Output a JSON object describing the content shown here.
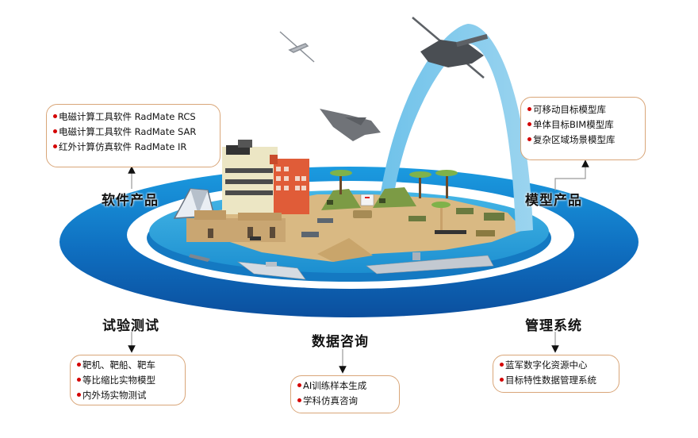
{
  "categories": {
    "software": {
      "label": "软件产品",
      "items": [
        "电磁计算工具软件 RadMate RCS",
        "电磁计算工具软件 RadMate SAR",
        "红外计算仿真软件 RadMate IR"
      ]
    },
    "model": {
      "label": "模型产品",
      "items": [
        "可移动目标模型库",
        "单体目标BIM模型库",
        "复杂区域场景模型库"
      ]
    },
    "testing": {
      "label": "试验测试",
      "items": [
        "靶机、靶船、靶车",
        "等比缩比实物模型",
        "内外场实物测试"
      ]
    },
    "data": {
      "label": "数据咨询",
      "items": [
        "AI训练样本生成",
        "学科仿真咨询"
      ]
    },
    "management": {
      "label": "管理系统",
      "items": [
        "蓝军数字化资源中心",
        "目标特性数据管理系统"
      ]
    }
  },
  "illustration": {
    "elements": [
      "drone",
      "fighter-jet",
      "attack-helicopter",
      "blue-arch",
      "buildings",
      "tents",
      "palm-trees",
      "tanks",
      "destroyer",
      "aircraft-carrier",
      "submarine",
      "pyramid-structure"
    ]
  },
  "colors": {
    "ring_outer": "#0d5fb0",
    "ring_outer_light": "#1a8ad6",
    "ring_inner_white": "#ffffff",
    "water": "#3aaee0",
    "sand": "#d8b77f",
    "arch": "#79c7ea",
    "box_border": "#d9a679",
    "bullet": "#d40000"
  }
}
